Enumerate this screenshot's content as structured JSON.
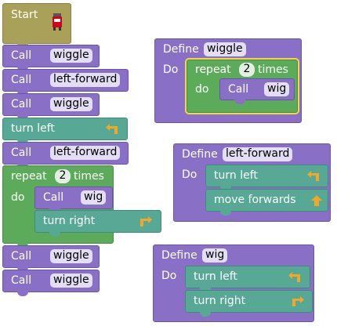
{
  "start": {
    "label": "Start"
  },
  "main_stack": [
    {
      "kind": "call",
      "keyword": "Call",
      "arg": "wiggle"
    },
    {
      "kind": "call",
      "keyword": "Call",
      "arg": "left-forward"
    },
    {
      "kind": "call",
      "keyword": "Call",
      "arg": "wiggle"
    },
    {
      "kind": "turn",
      "label": "turn left",
      "icon": "turn-left-arrow-icon"
    },
    {
      "kind": "call",
      "keyword": "Call",
      "arg": "left-forward"
    },
    {
      "kind": "repeat",
      "label": "repeat",
      "count": "2",
      "suffix": "times",
      "do": "do",
      "body": [
        {
          "kind": "call",
          "keyword": "Call",
          "arg": "wig"
        },
        {
          "kind": "turn",
          "label": "turn right",
          "icon": "turn-right-arrow-icon"
        }
      ]
    },
    {
      "kind": "call",
      "keyword": "Call",
      "arg": "wiggle"
    },
    {
      "kind": "call",
      "keyword": "Call",
      "arg": "wiggle"
    }
  ],
  "define_wiggle": {
    "keyword": "Define",
    "name": "wiggle",
    "do": "Do",
    "repeat": {
      "label": "repeat",
      "count": "2",
      "suffix": "times",
      "do": "do",
      "body": [
        {
          "keyword": "Call",
          "arg": "wig"
        }
      ]
    }
  },
  "define_left_forward": {
    "keyword": "Define",
    "name": "left-forward",
    "do": "Do",
    "body": [
      {
        "label": "turn left",
        "icon": "turn-left-arrow-icon"
      },
      {
        "label": "move forwards",
        "icon": "up-arrow-icon"
      }
    ]
  },
  "define_wig": {
    "keyword": "Define",
    "name": "wig",
    "do": "Do",
    "body": [
      {
        "label": "turn left",
        "icon": "turn-left-arrow-icon"
      },
      {
        "label": "turn right",
        "icon": "turn-right-arrow-icon"
      }
    ]
  },
  "colors": {
    "procedure": "#8a6fc7",
    "loop": "#5cab5a",
    "movement": "#57a895",
    "event": "#a9a05a",
    "arrow": "#f5a623",
    "highlight": "#f7d54a"
  }
}
